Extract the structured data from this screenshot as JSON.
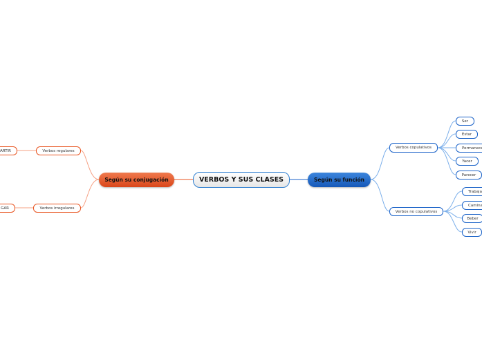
{
  "central": {
    "label": "VERBOS Y SUS CLASES"
  },
  "left": {
    "label": "Según su conjugación",
    "color": "#e8531f",
    "children": [
      {
        "label": "Verbos regulares",
        "children": [
          {
            "label": "PARTIR"
          }
        ]
      },
      {
        "label": "Verbos irregulares",
        "children": [
          {
            "label": "GAR"
          }
        ]
      }
    ]
  },
  "right": {
    "label": "Según su función",
    "color": "#1a62c8",
    "children": [
      {
        "label": "Verbos copulativos",
        "children": [
          {
            "label": "Ser"
          },
          {
            "label": "Estar"
          },
          {
            "label": "Permanecer"
          },
          {
            "label": "Yacer"
          },
          {
            "label": "Parecer"
          }
        ]
      },
      {
        "label": "Verbos no copulativos",
        "children": [
          {
            "label": "Trabajar"
          },
          {
            "label": "Caminar"
          },
          {
            "label": "Beber"
          },
          {
            "label": "Vivir"
          }
        ]
      }
    ]
  }
}
